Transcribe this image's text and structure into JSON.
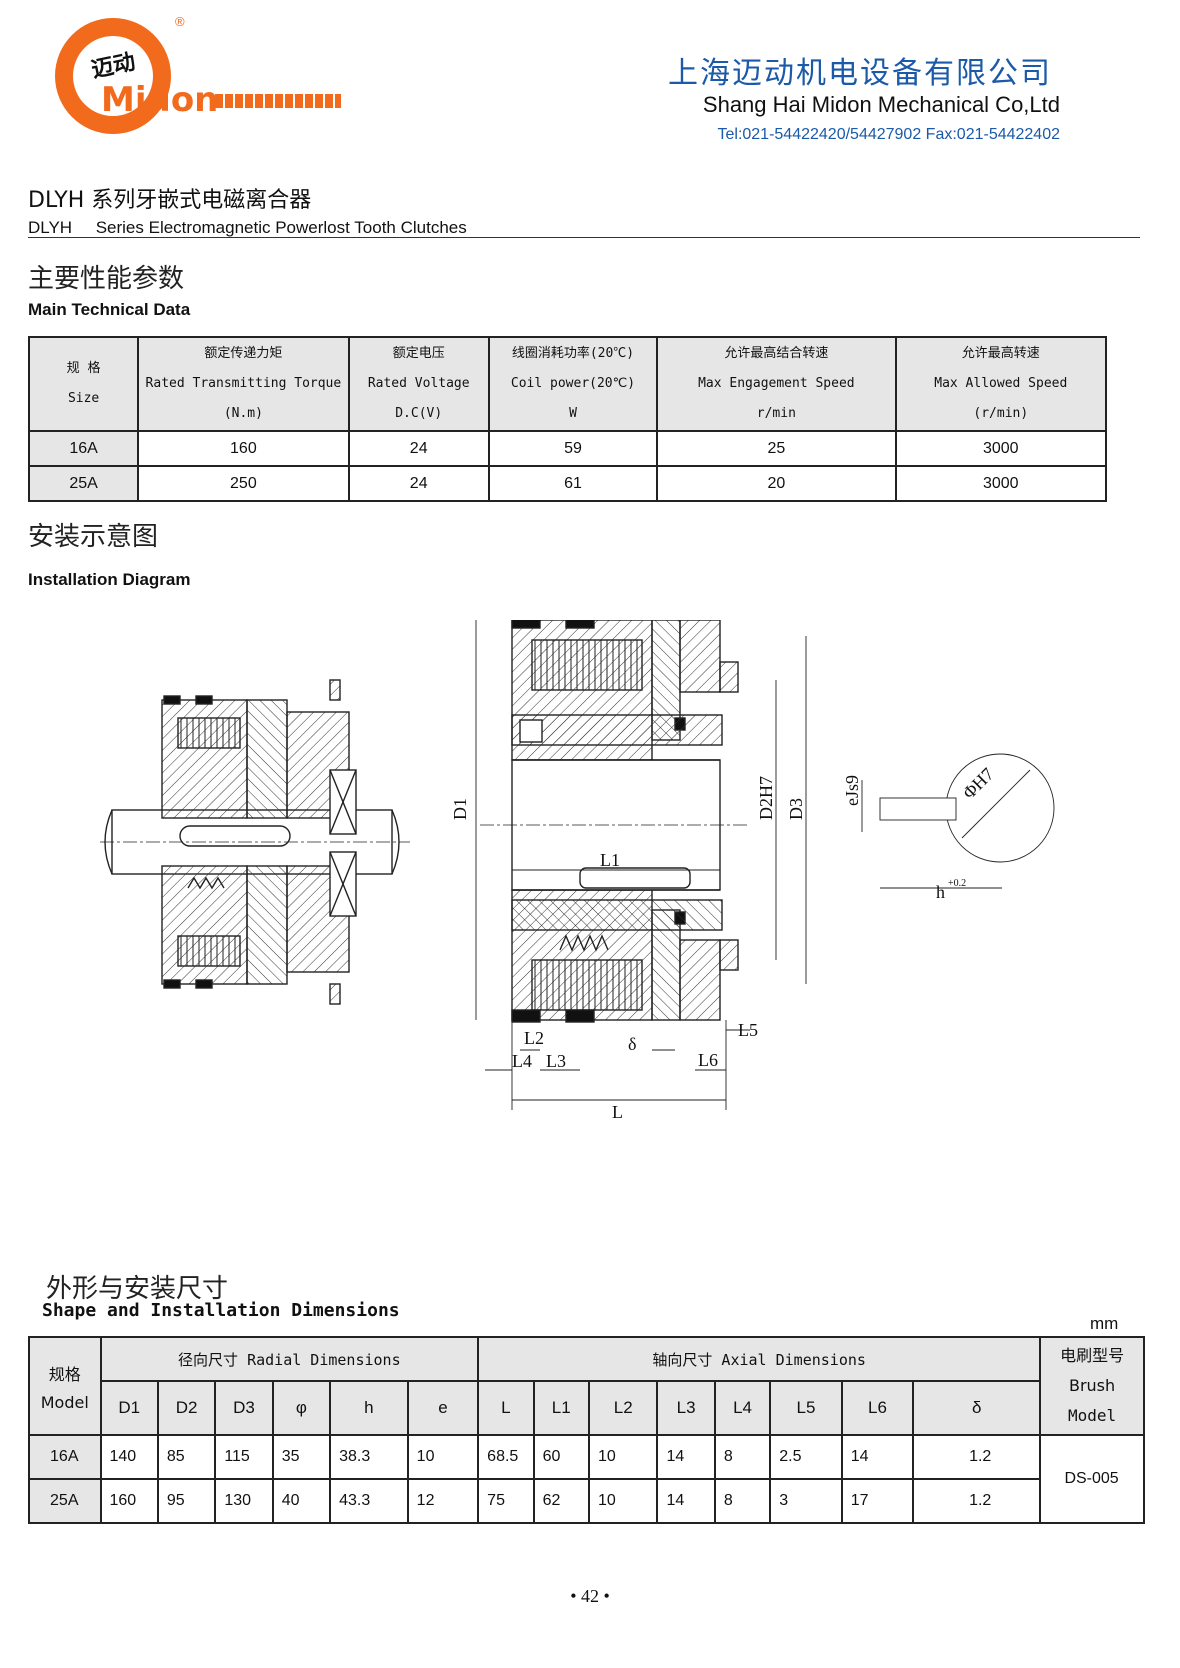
{
  "header": {
    "logo_cn": "迈动",
    "logo_en": "Midon",
    "logo_reg": "®",
    "company_cn": "上海迈动机电设备有限公司",
    "company_en": "Shang Hai Midon Mechanical Co,Ltd",
    "contact": "Tel:021-54422420/54427902 Fax:021-54422402"
  },
  "series": {
    "title_cn": "DLYH 系列牙嵌式电磁离合器",
    "title_en": "DLYH     Series Electromagnetic Powerlost Tooth Clutches"
  },
  "tech": {
    "title_cn": "主要性能参数",
    "title_en": "Main Technical Data",
    "headers": [
      {
        "cn": "规 格",
        "en": "Size",
        "unit": ""
      },
      {
        "cn": "额定传递力矩",
        "en": "Rated Transmitting Torque",
        "unit": "(N.m)"
      },
      {
        "cn": "额定电压",
        "en": "Rated Voltage",
        "unit": "D.C(V)"
      },
      {
        "cn": "线圈消耗功率(20℃)",
        "en": "Coil power(20℃)",
        "unit": "W"
      },
      {
        "cn": "允许最高结合转速",
        "en": "Max Engagement Speed",
        "unit": "r/min"
      },
      {
        "cn": "允许最高转速",
        "en": "Max Allowed Speed",
        "unit": "(r/min)"
      }
    ],
    "rows": [
      [
        "16A",
        "160",
        "24",
        "59",
        "25",
        "3000"
      ],
      [
        "25A",
        "250",
        "24",
        "61",
        "20",
        "3000"
      ]
    ]
  },
  "install": {
    "title_cn": "安装示意图",
    "title_en": "Installation Diagram",
    "labels": {
      "D1": "D1",
      "D2": "D2H7",
      "D3": "D3",
      "L1": "L1",
      "L": "L",
      "L2": "L2",
      "L3": "L3",
      "L4": "L4",
      "L5": "L5",
      "L6": "L6",
      "delta": "δ",
      "e": "eJs9",
      "phi": "ΦH7",
      "h": "h",
      "h_tol": "+0.2"
    }
  },
  "dims": {
    "title_cn": "外形与安装尺寸",
    "title_en": "Shape and Installation Dimensions",
    "unit": "mm",
    "model_cn": "规格",
    "model_en": "Model",
    "radial": "径向尺寸 Radial Dimensions",
    "axial": "轴向尺寸 Axial Dimensions",
    "brush_cn": "电刷型号",
    "brush_en1": "Brush",
    "brush_en2": "Model",
    "cols": [
      "D1",
      "D2",
      "D3",
      "φ",
      "h",
      "e",
      "L",
      "L1",
      "L2",
      "L3",
      "L4",
      "L5",
      "L6",
      "δ"
    ],
    "rows": [
      [
        "16A",
        "140",
        "85",
        "115",
        "35",
        "38.3",
        "10",
        "68.5",
        "60",
        "10",
        "14",
        "8",
        "2.5",
        "14",
        "1.2"
      ],
      [
        "25A",
        "160",
        "95",
        "130",
        "40",
        "43.3",
        "12",
        "75",
        "62",
        "10",
        "14",
        "8",
        "3",
        "17",
        "1.2"
      ]
    ],
    "brush_model": "DS-005"
  },
  "page_number": "• 42 •"
}
